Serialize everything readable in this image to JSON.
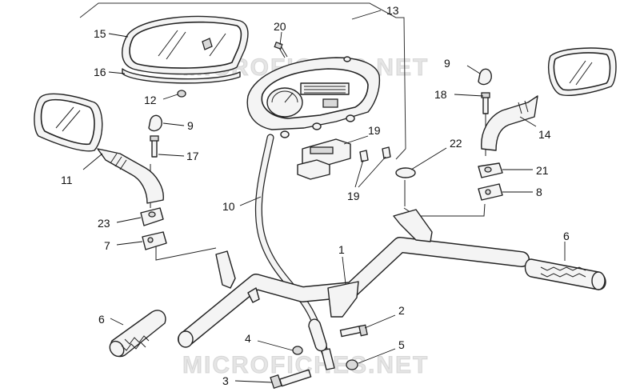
{
  "watermark": "MICROFICHES.NET",
  "callouts": [
    {
      "id": "c1",
      "label": "1"
    },
    {
      "id": "c2",
      "label": "2"
    },
    {
      "id": "c3",
      "label": "3"
    },
    {
      "id": "c4",
      "label": "4"
    },
    {
      "id": "c5",
      "label": "5"
    },
    {
      "id": "c6a",
      "label": "6"
    },
    {
      "id": "c6b",
      "label": "6"
    },
    {
      "id": "c7",
      "label": "7"
    },
    {
      "id": "c8",
      "label": "8"
    },
    {
      "id": "c9a",
      "label": "9"
    },
    {
      "id": "c9b",
      "label": "9"
    },
    {
      "id": "c10",
      "label": "10"
    },
    {
      "id": "c11",
      "label": "11"
    },
    {
      "id": "c12",
      "label": "12"
    },
    {
      "id": "c13",
      "label": "13"
    },
    {
      "id": "c14",
      "label": "14"
    },
    {
      "id": "c15",
      "label": "15"
    },
    {
      "id": "c16",
      "label": "16"
    },
    {
      "id": "c17",
      "label": "17"
    },
    {
      "id": "c18",
      "label": "18"
    },
    {
      "id": "c19a",
      "label": "19"
    },
    {
      "id": "c19b",
      "label": "19"
    },
    {
      "id": "c20",
      "label": "20"
    },
    {
      "id": "c21",
      "label": "21"
    },
    {
      "id": "c22",
      "label": "22"
    },
    {
      "id": "c23",
      "label": "23"
    }
  ]
}
